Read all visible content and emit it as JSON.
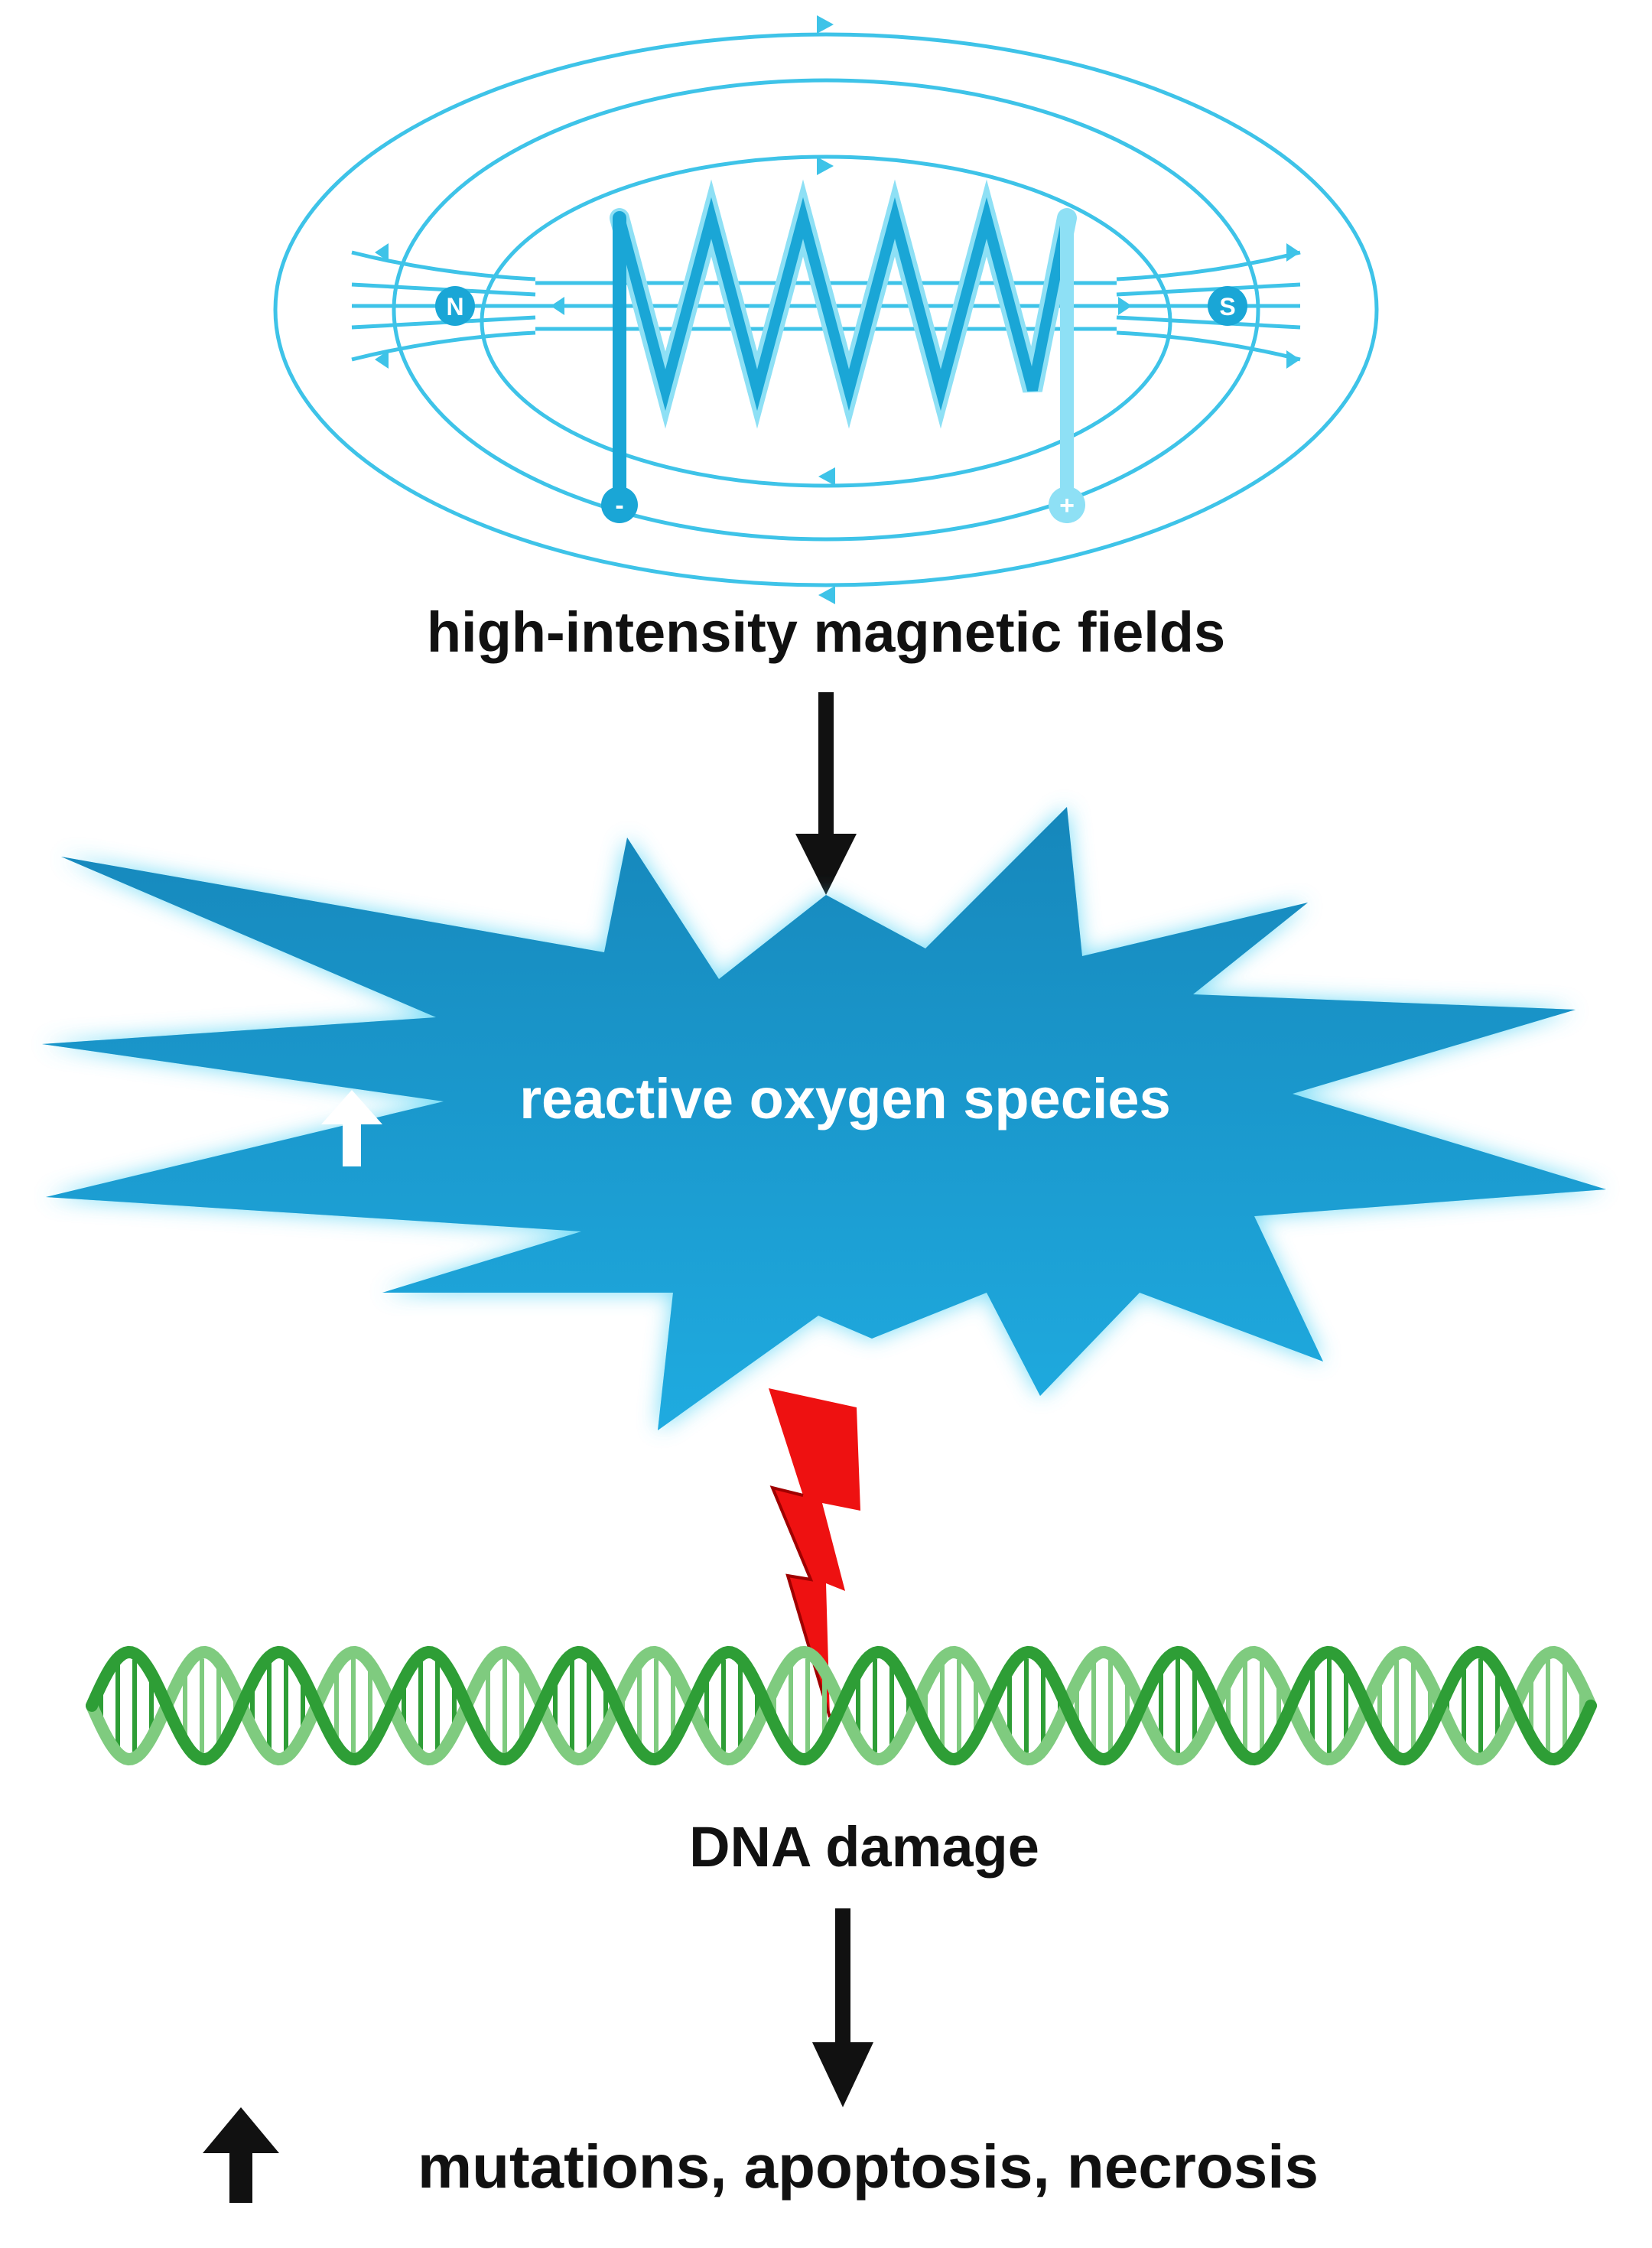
{
  "title_magnet": "high-intensity magnetic fields",
  "pole_north": "N",
  "pole_south": "S",
  "terminal_negative": "-",
  "terminal_positive": "+",
  "ros_label": "reactive oxygen species",
  "dna_label": "DNA damage",
  "outcome_label": "mutations, apoptosis, necrosis",
  "colors": {
    "field_lines": "#3ec3e8",
    "coil_dark": "#1aa6d6",
    "coil_light": "#8ee0f5",
    "ros_fill": "#1a9bd0",
    "ros_glow": "#5fd6f5",
    "lightning": "#ee1111",
    "dna_dark": "#2e9e36",
    "dna_light": "#7fcb7f",
    "text": "#111111",
    "arrow": "#111111"
  },
  "icons": {
    "up_arrow_ros": "up-arrow-icon",
    "up_arrow_outcome": "up-arrow-icon",
    "lightning": "lightning-bolt-icon",
    "dna": "dna-helix-icon",
    "coil": "solenoid-coil-icon"
  }
}
